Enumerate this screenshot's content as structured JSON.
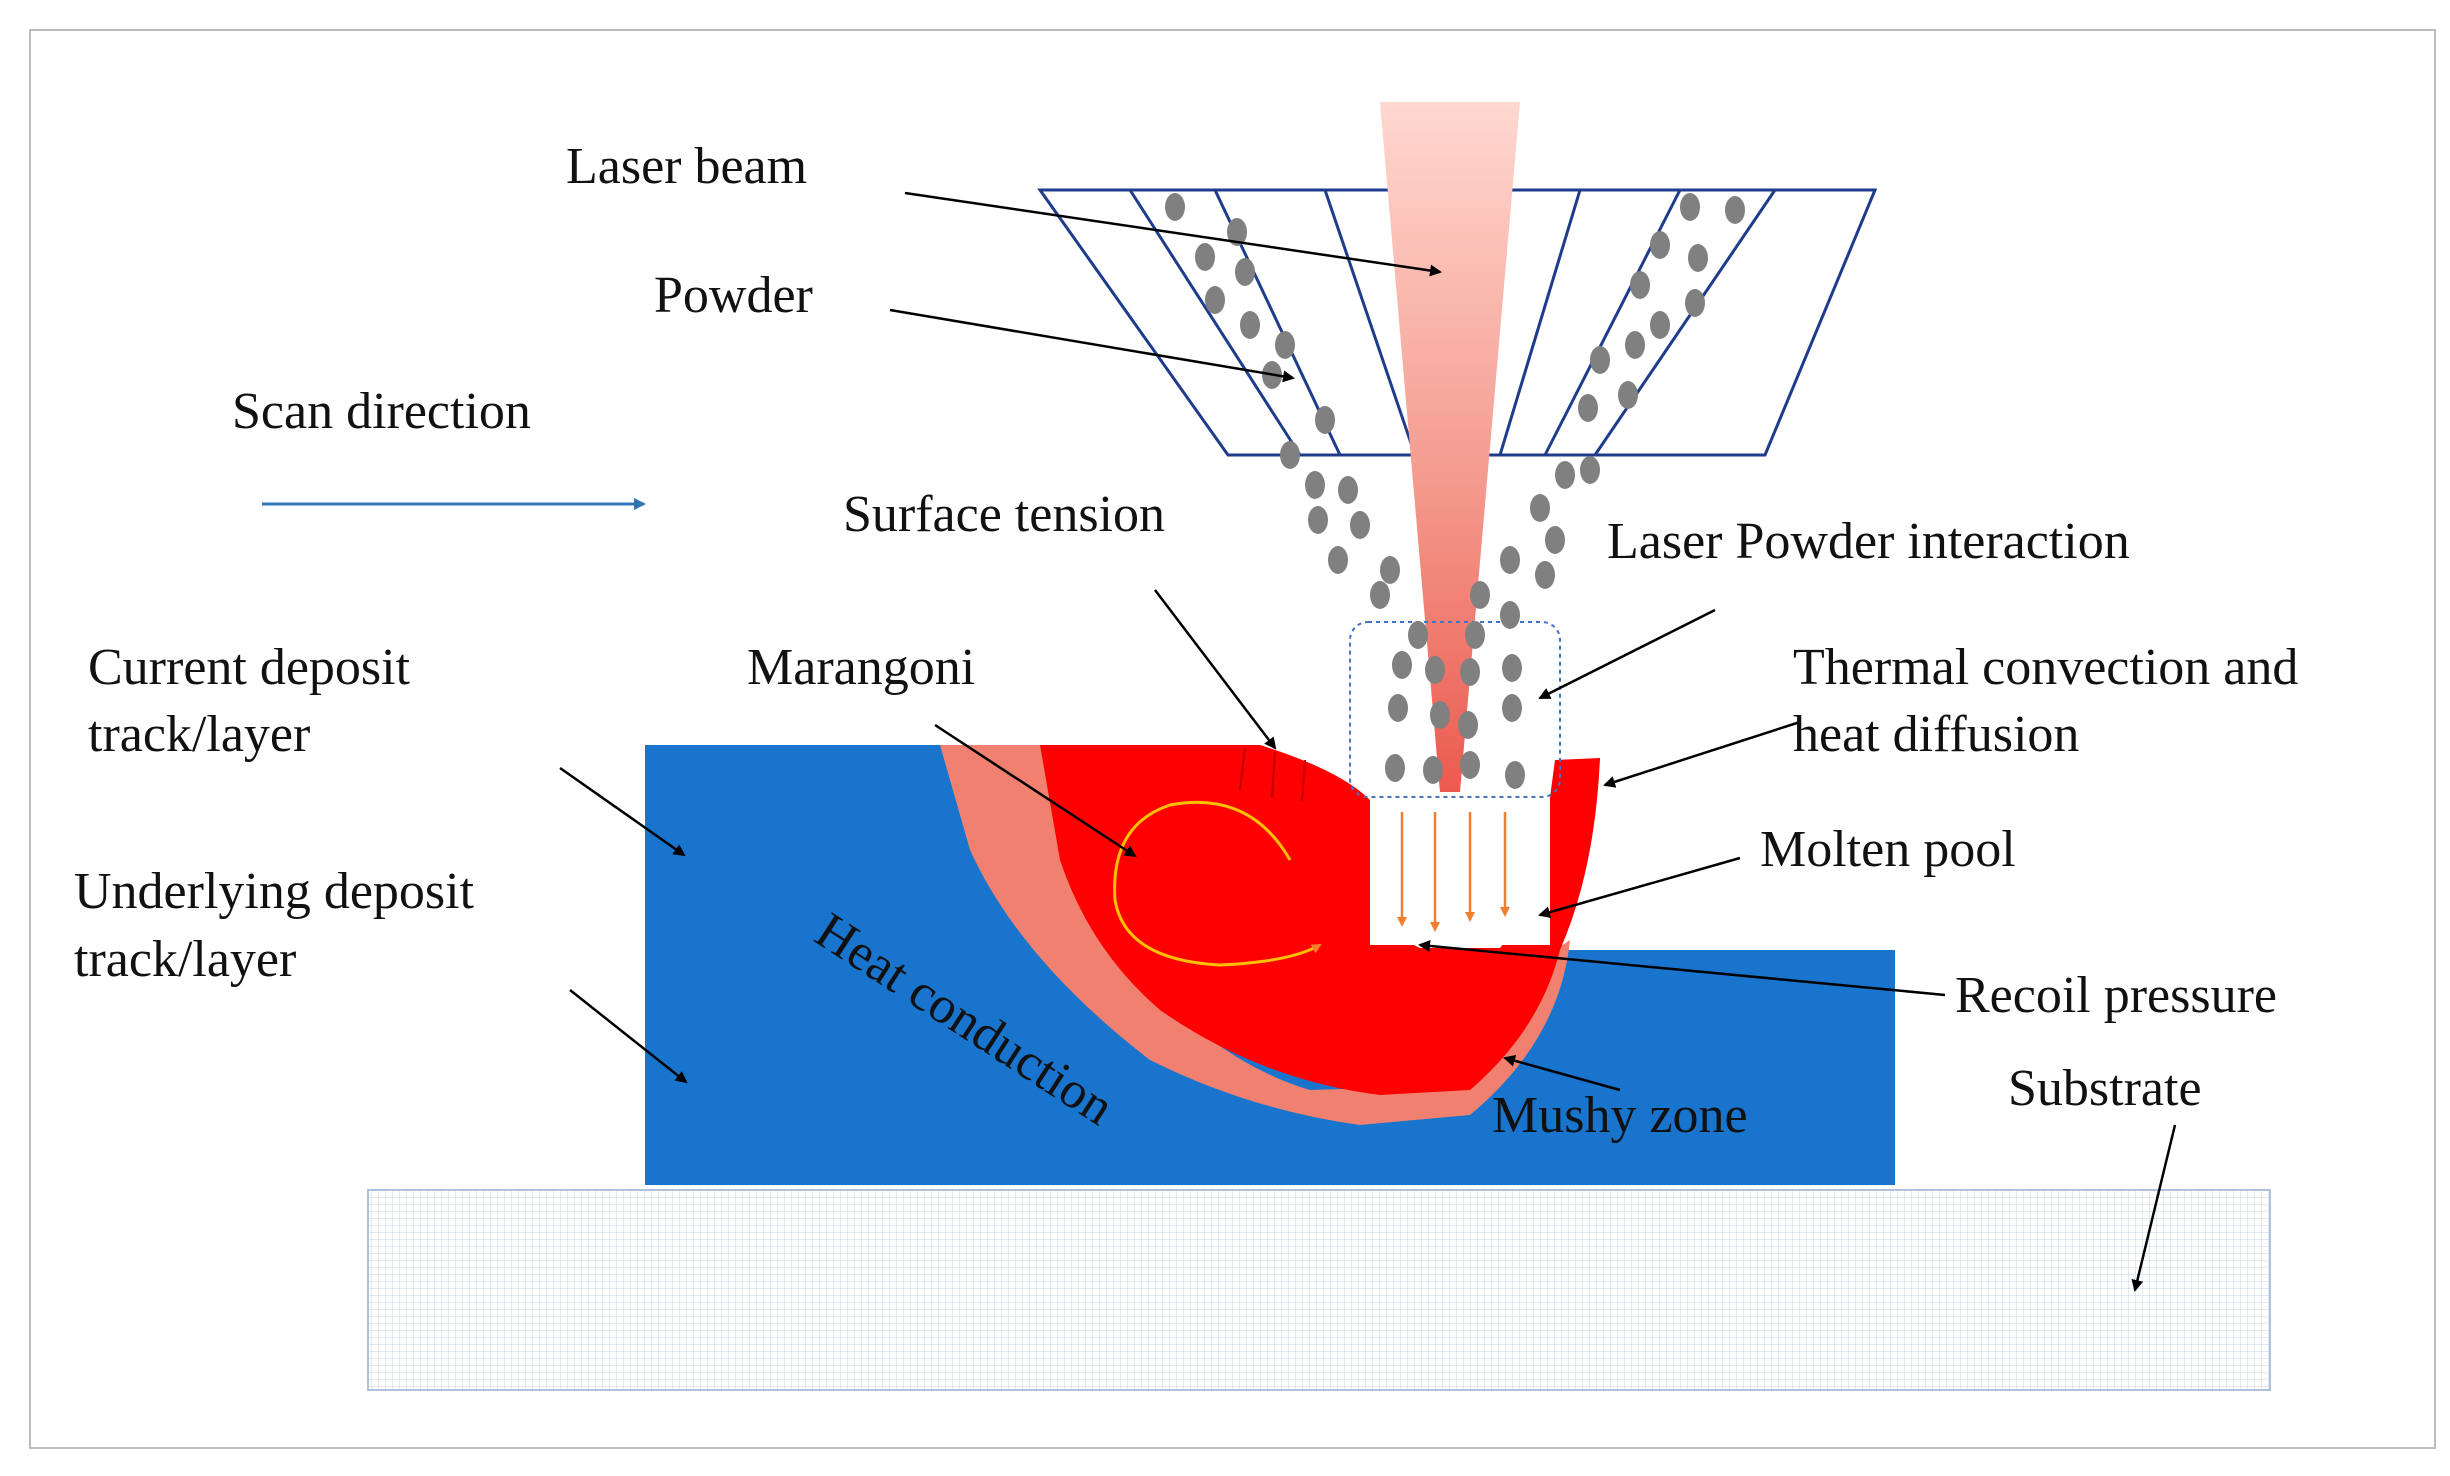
{
  "labels": {
    "laser_beam": "Laser beam",
    "powder": "Powder",
    "scan_direction": "Scan direction",
    "surface_tension": "Surface tension",
    "laser_powder_interaction": "Laser Powder interaction",
    "current_deposit_line1": "Current deposit",
    "current_deposit_line2": "track/layer",
    "marangoni": "Marangoni",
    "thermal_convection_line1": "Thermal convection and",
    "thermal_convection_line2": "heat diffusion",
    "molten_pool": "Molten pool",
    "underlying_deposit_line1": "Underlying deposit",
    "underlying_deposit_line2": "track/layer",
    "heat_conduction": "Heat conduction",
    "recoil_pressure": "Recoil pressure",
    "substrate": "Substrate",
    "mushy_zone": "Mushy zone"
  },
  "colors": {
    "deposit_blue": "#1874CD",
    "molten_red": "#FF0000",
    "mushy_salmon": "#F08070",
    "nozzle_outline": "#1F3B8C",
    "powder_grey": "#808080",
    "scan_arrow": "#2E75B6",
    "marangoni_flow": "#FFC000",
    "substrate_grid": "#C9D3E3"
  }
}
